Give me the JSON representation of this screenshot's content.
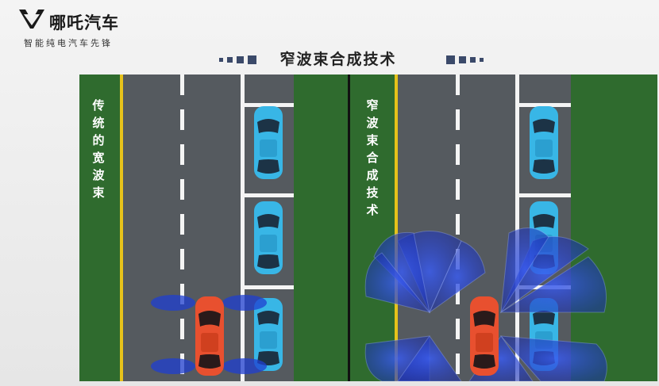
{
  "brand": {
    "name": "哪吒汽车",
    "slogan": "智能纯电汽车先锋",
    "logo_icon": "nezha-logo-icon"
  },
  "title": "窄波束合成技术",
  "colors": {
    "grass": "#2f6b2e",
    "road": "#555a5f",
    "center_line": "#e6c21a",
    "ego_car": "#e8502f",
    "parked_car": "#38b6e6",
    "beam": "#1f3fd0"
  },
  "panels": [
    {
      "label": [
        "传",
        "统",
        "的",
        "宽",
        "波",
        "束"
      ],
      "beam_type": "wide"
    },
    {
      "label": [
        "窄",
        "波",
        "束",
        "合",
        "成",
        "技",
        "术"
      ],
      "beam_type": "narrow"
    }
  ]
}
